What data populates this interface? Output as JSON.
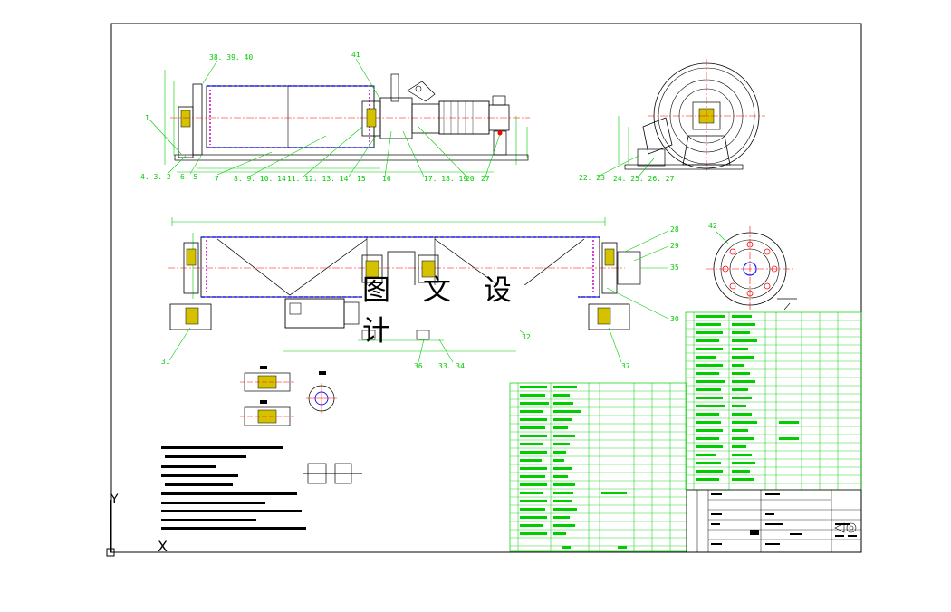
{
  "watermark": {
    "text": "图 文 设 计"
  },
  "callouts": [
    "38. 39. 40",
    "41",
    "1",
    "4. 3. 2",
    "6. 5",
    "7",
    "8. 9. 10. 14",
    "11. 12. 13. 14",
    "15",
    "16",
    "17. 18. 19",
    "20",
    "27",
    "22. 23",
    "24. 25. 26. 27",
    "28",
    "29",
    "35",
    "30",
    "42",
    "31",
    "32",
    "36",
    "33. 34",
    "37"
  ],
  "ucs": {
    "y_label": "Y",
    "x_label": "X"
  },
  "colors": {
    "outline": "#000000",
    "cad_green": "#00cc00",
    "cad_blue": "#1a1aff",
    "cad_red": "#ff0000",
    "cad_magenta": "#cc00cc",
    "cad_yellow": "#d4c200"
  }
}
